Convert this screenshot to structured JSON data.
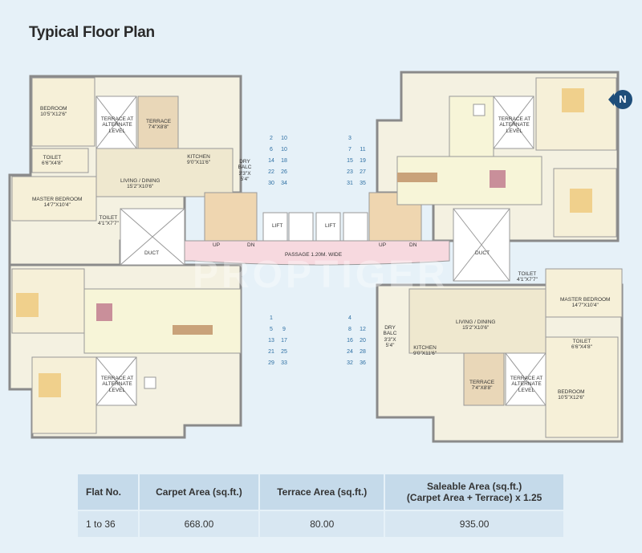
{
  "title": "Typical Floor Plan",
  "north_label": "N",
  "watermark": "PROPTIGER",
  "core": {
    "passage": "PASSAGE 1.20M. WIDE",
    "lift_left": "LIFT",
    "lift_right": "LIFT",
    "duct": "DUCT",
    "up": "UP",
    "dn": "DN"
  },
  "flat_top_left": {
    "bedroom": {
      "name": "BEDROOM",
      "size": "10'5\"X12'6\""
    },
    "terrace_alt": "TERRACE AT ALTERNATE LEVEL",
    "terrace": {
      "name": "TERRACE",
      "size": "7'4\"X8'8\""
    },
    "kitchen": {
      "name": "KITCHEN",
      "size": "9'0\"X11'6\""
    },
    "dry_balc": {
      "name": "DRY BALC",
      "size": "3'3\"X 5'4\""
    },
    "toilet": {
      "name": "TOILET",
      "size": "6'6\"X4'8\""
    },
    "living": {
      "name": "LIVING / DINING",
      "size": "15'2\"X10'6\""
    },
    "master": {
      "name": "MASTER BEDROOM",
      "size": "14'7\"X10'4\""
    },
    "toilet2": {
      "name": "TOILET",
      "size": "4'1\"X7'7\""
    }
  },
  "flat_bottom_right": {
    "toilet2": {
      "name": "TOILET",
      "size": "4'1\"X7'7\""
    },
    "master": {
      "name": "MASTER BEDROOM",
      "size": "14'7\"X10'4\""
    },
    "living": {
      "name": "LIVING / DINING",
      "size": "15'2\"X10'6\""
    },
    "dry_balc": {
      "name": "DRY BALC",
      "size": "3'3\"X 5'4\""
    },
    "kitchen": {
      "name": "KITCHEN",
      "size": "9'0\"X11'6\""
    },
    "toilet": {
      "name": "TOILET",
      "size": "6'6\"X4'8\""
    },
    "terrace": {
      "name": "TERRACE",
      "size": "7'4\"X8'8\""
    },
    "terrace_alt": "TERRACE AT ALTERNATE LEVEL",
    "bedroom": {
      "name": "BEDROOM",
      "size": "10'5\"X12'6\""
    }
  },
  "flat_top_right_alt": "TERRACE AT ALTERNATE LEVEL",
  "flat_bottom_left_alt": "TERRACE AT ALTERNATE LEVEL",
  "flat_numbers": {
    "top_left": [
      [
        "2",
        "10"
      ],
      [
        "6",
        "10"
      ],
      [
        "14",
        "18"
      ],
      [
        "22",
        "26"
      ],
      [
        "30",
        "34"
      ]
    ],
    "top_right": [
      [
        "3",
        ""
      ],
      [
        "7",
        "11"
      ],
      [
        "15",
        "19"
      ],
      [
        "23",
        "27"
      ],
      [
        "31",
        "35"
      ]
    ],
    "bottom_left": [
      [
        "1",
        ""
      ],
      [
        "5",
        "9"
      ],
      [
        "13",
        "17"
      ],
      [
        "21",
        "25"
      ],
      [
        "29",
        "33"
      ]
    ],
    "bottom_right": [
      [
        "4",
        ""
      ],
      [
        "8",
        "12"
      ],
      [
        "16",
        "20"
      ],
      [
        "24",
        "28"
      ],
      [
        "32",
        "36"
      ]
    ]
  },
  "table": {
    "headers": [
      "Flat No.",
      "Carpet Area (sq.ft.)",
      "Terrace Area (sq.ft.)",
      "Saleable Area (sq.ft.)",
      "(Carpet Area + Terrace) x 1.25"
    ],
    "rows": [
      {
        "flat": "1 to 36",
        "carpet": "668.00",
        "terrace": "80.00",
        "saleable": "935.00"
      }
    ]
  }
}
